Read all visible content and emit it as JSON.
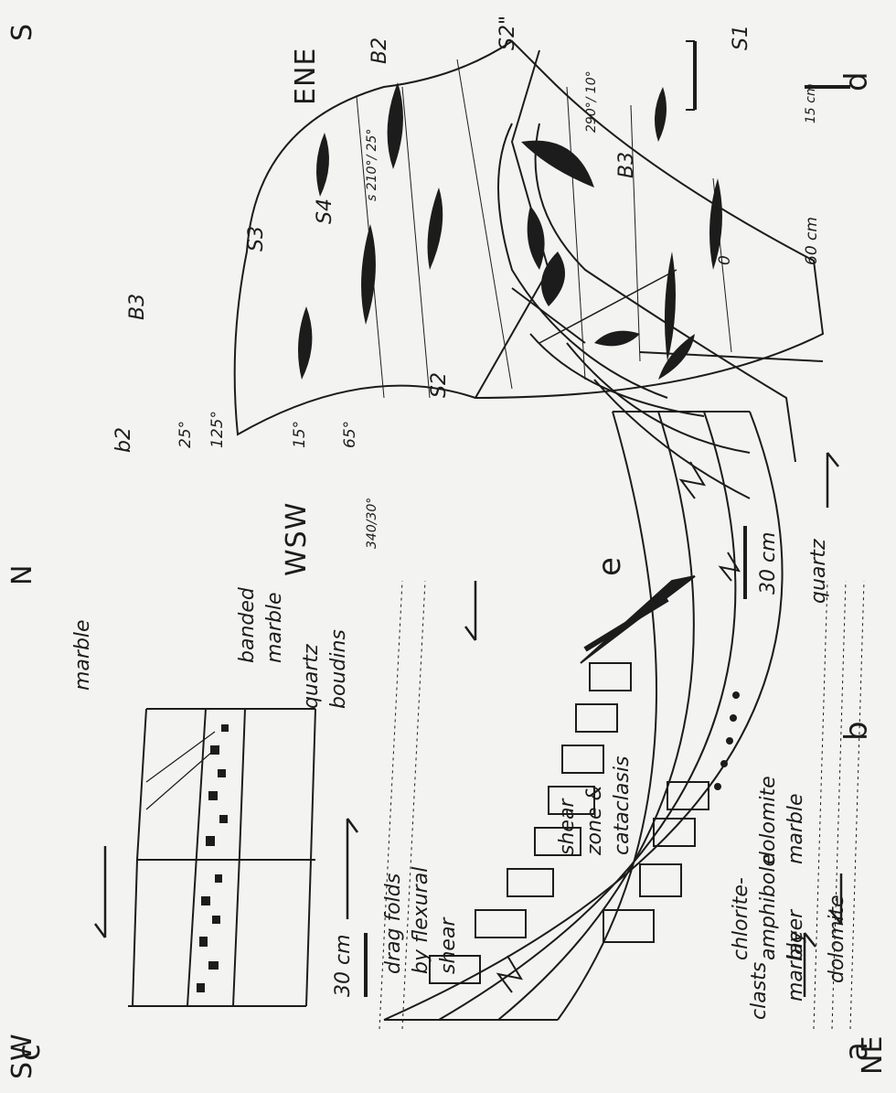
{
  "panels": [
    "a",
    "b",
    "c",
    "d",
    "e"
  ],
  "directions": {
    "sw": "SW",
    "ne": "NE",
    "n": "N",
    "s": "S",
    "wsw": "WSW",
    "ene": "ENE"
  },
  "panel_a": {
    "dolomite_marble_clasts": [
      "dolomite",
      "marble",
      "clasts"
    ],
    "chlorite_amphibole_layer": [
      "chlorite-",
      "amphibole",
      "layer"
    ],
    "dolomite_marble": [
      "dolomite",
      "marble"
    ],
    "scale": "30 cm"
  },
  "panel_b": {
    "marble": "marble",
    "banded_marble": [
      "banded",
      "marble"
    ],
    "quartz_boudins": [
      "quartz",
      "boudins"
    ],
    "quartz": "quartz",
    "scale": "30 cm"
  },
  "panel_c": {
    "drag_folds": [
      "drag folds",
      "by flexural",
      "shear"
    ],
    "shear_zone": [
      "shear",
      "zone &",
      "cataclasis"
    ]
  },
  "panel_d": {
    "labels": {
      "b3": "B3",
      "s3": "S3",
      "s4": "S4",
      "b2": "B2",
      "s2_dd": "S2\"",
      "s1": "S1",
      "s2": "S2",
      "b2_small": "b2"
    },
    "orient1": "25°",
    "orient1b": "125°",
    "orient2": "15°",
    "orient2b": "65°",
    "scale_zero": "0",
    "scale": "60 cm"
  },
  "panel_e": {
    "s_orient": "s  210°/ 25°",
    "b3": "B3",
    "b3_orient": "290°/ 10°",
    "left_orient": "340/30°",
    "scale": "15 cm"
  }
}
